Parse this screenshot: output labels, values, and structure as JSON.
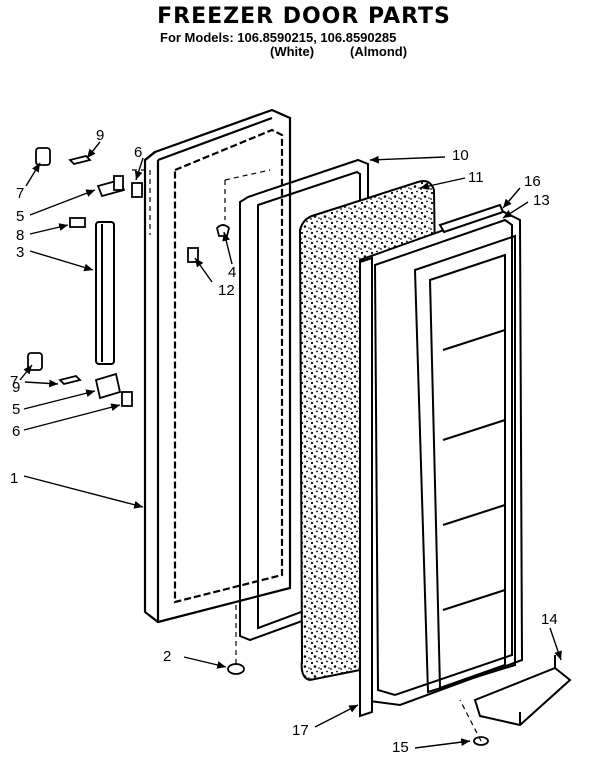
{
  "title": "FREEZER DOOR PARTS",
  "models_line": "For Models: 106.8590215, 106.8590285",
  "finish_white": "(White)",
  "finish_almond": "(Almond)",
  "callouts": [
    {
      "id": "c1",
      "label": "1"
    },
    {
      "id": "c2",
      "label": "2"
    },
    {
      "id": "c3",
      "label": "3"
    },
    {
      "id": "c4",
      "label": "4"
    },
    {
      "id": "c5a",
      "label": "5"
    },
    {
      "id": "c5b",
      "label": "5"
    },
    {
      "id": "c6a",
      "label": "6"
    },
    {
      "id": "c6b",
      "label": "6"
    },
    {
      "id": "c7a",
      "label": "7"
    },
    {
      "id": "c7b",
      "label": "7"
    },
    {
      "id": "c8",
      "label": "8"
    },
    {
      "id": "c9a",
      "label": "9"
    },
    {
      "id": "c9b",
      "label": "9"
    },
    {
      "id": "c10",
      "label": "10"
    },
    {
      "id": "c11",
      "label": "11"
    },
    {
      "id": "c12",
      "label": "12"
    },
    {
      "id": "c13",
      "label": "13"
    },
    {
      "id": "c14",
      "label": "14"
    },
    {
      "id": "c15",
      "label": "15"
    },
    {
      "id": "c16",
      "label": "16"
    },
    {
      "id": "c17",
      "label": "17"
    }
  ]
}
